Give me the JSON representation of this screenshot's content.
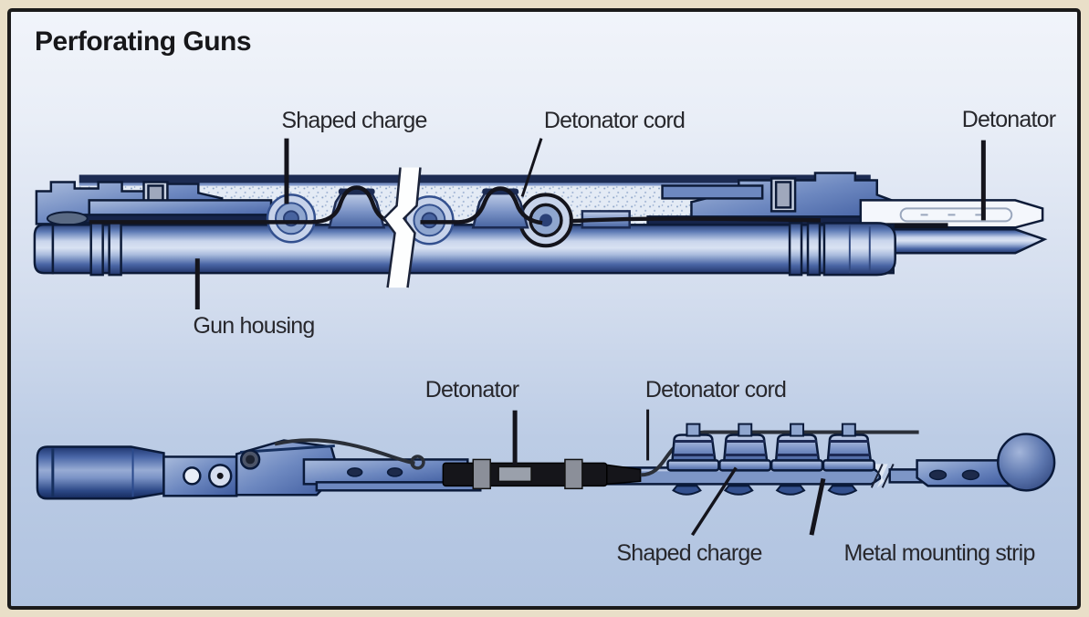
{
  "title": "Perforating Guns",
  "top_gun": {
    "description": "Hollow-carrier perforating gun shown in cross-section",
    "labels": {
      "shaped_charge": "Shaped charge",
      "detonator_cord": "Detonator cord",
      "detonator": "Detonator",
      "gun_housing": "Gun housing"
    }
  },
  "bottom_gun": {
    "description": "Exposed strip-type perforating gun",
    "labels": {
      "detonator": "Detonator",
      "detonator_cord": "Detonator cord",
      "shaped_charge": "Shaped charge",
      "metal_mounting_strip": "Metal mounting strip"
    }
  },
  "colors": {
    "page_margin": "#e9dfc8",
    "frame_border": "#1b1b1b",
    "background_top": "#f1f4fa",
    "background_bottom": "#b0c3e0",
    "steel_blue": "#5c7cba",
    "steel_light": "#c7d3ea",
    "steel_dark": "#22366b",
    "label_text": "#27272c",
    "cord_black": "#14141c"
  }
}
